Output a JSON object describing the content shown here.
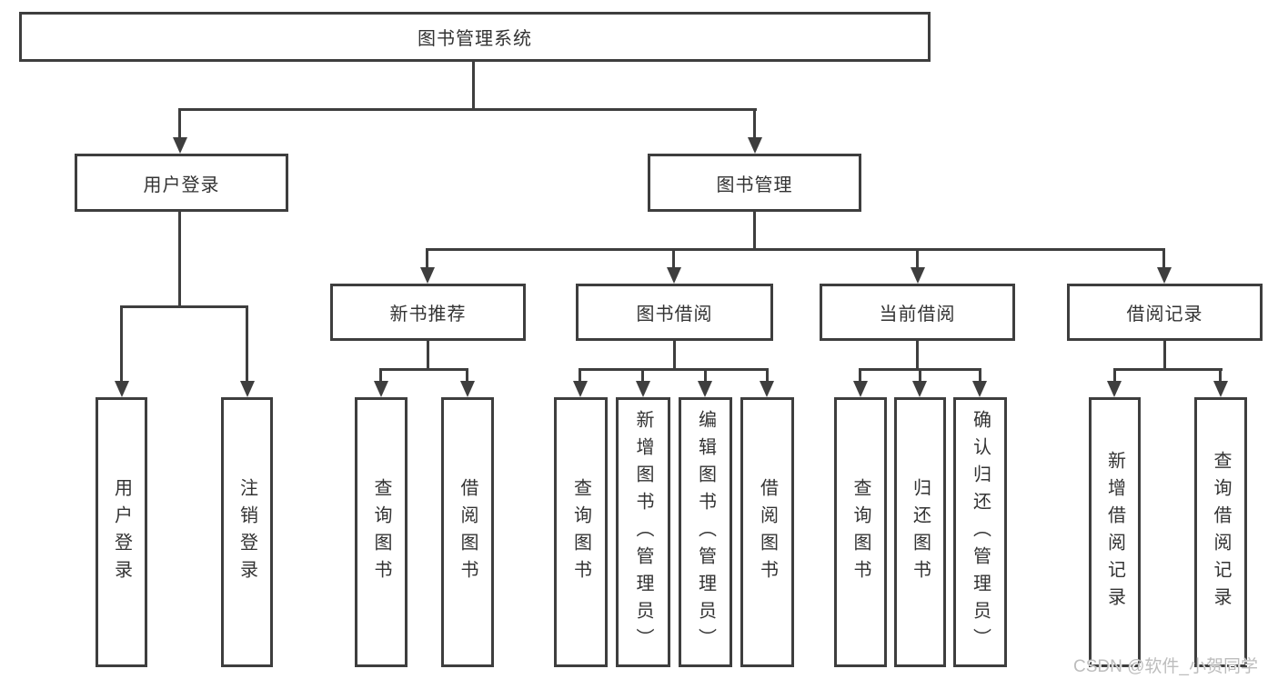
{
  "colors": {
    "line": "#3e3e3e",
    "text": "#333333",
    "watermark": "#bdbdbd",
    "background": "#ffffff"
  },
  "tree": {
    "root": {
      "label": "图书管理系统"
    },
    "branches": [
      {
        "label": "用户登录",
        "leaves": [
          {
            "label": "用户登录"
          },
          {
            "label": "注销登录"
          }
        ]
      },
      {
        "label": "图书管理",
        "sections": [
          {
            "label": "新书推荐",
            "leaves": [
              {
                "label": "查询图书"
              },
              {
                "label": "借阅图书"
              }
            ]
          },
          {
            "label": "图书借阅",
            "leaves": [
              {
                "label": "查询图书"
              },
              {
                "label": "新增图书（管理员）"
              },
              {
                "label": "编辑图书（管理员）"
              },
              {
                "label": "借阅图书"
              }
            ]
          },
          {
            "label": "当前借阅",
            "leaves": [
              {
                "label": "查询图书"
              },
              {
                "label": "归还图书"
              },
              {
                "label": "确认归还（管理员）"
              }
            ]
          },
          {
            "label": "借阅记录",
            "leaves": [
              {
                "label": "新增借阅记录"
              },
              {
                "label": "查询借阅记录"
              }
            ]
          }
        ]
      }
    ]
  },
  "watermark": {
    "text": "CSDN @软件_小贺同学"
  }
}
